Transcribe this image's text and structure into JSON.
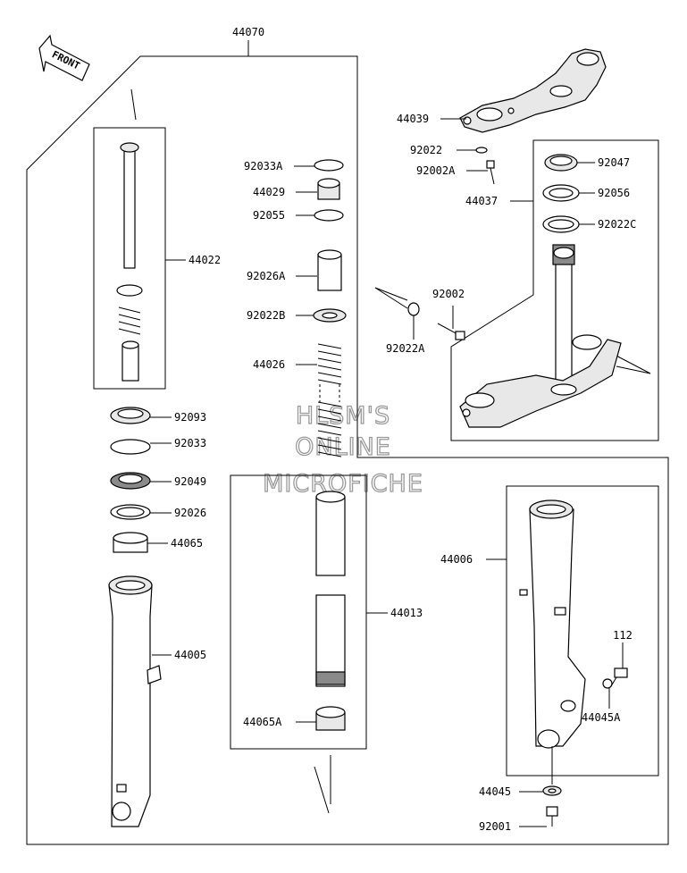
{
  "diagram": {
    "front_label": "FRONT",
    "watermark": [
      "HLSM'S",
      "ONLINE",
      "MICROFICHE"
    ],
    "assembly_label": "44070",
    "callouts": [
      {
        "id": "44039",
        "label": "44039"
      },
      {
        "id": "92022",
        "label": "92022"
      },
      {
        "id": "92002A",
        "label": "92002A"
      },
      {
        "id": "92047",
        "label": "92047"
      },
      {
        "id": "92056",
        "label": "92056"
      },
      {
        "id": "44037",
        "label": "44037"
      },
      {
        "id": "92022C",
        "label": "92022C"
      },
      {
        "id": "92002",
        "label": "92002"
      },
      {
        "id": "92022A",
        "label": "92022A"
      },
      {
        "id": "92033A",
        "label": "92033A"
      },
      {
        "id": "44029",
        "label": "44029"
      },
      {
        "id": "92055",
        "label": "92055"
      },
      {
        "id": "92026A",
        "label": "92026A"
      },
      {
        "id": "92022B",
        "label": "92022B"
      },
      {
        "id": "44026",
        "label": "44026"
      },
      {
        "id": "44022",
        "label": "44022"
      },
      {
        "id": "92093",
        "label": "92093"
      },
      {
        "id": "92033",
        "label": "92033"
      },
      {
        "id": "92049",
        "label": "92049"
      },
      {
        "id": "92026",
        "label": "92026"
      },
      {
        "id": "44065",
        "label": "44065"
      },
      {
        "id": "44005",
        "label": "44005"
      },
      {
        "id": "44013",
        "label": "44013"
      },
      {
        "id": "44065A",
        "label": "44065A"
      },
      {
        "id": "44006",
        "label": "44006"
      },
      {
        "id": "112",
        "label": "112"
      },
      {
        "id": "44045A",
        "label": "44045A"
      },
      {
        "id": "44045",
        "label": "44045"
      },
      {
        "id": "92001",
        "label": "92001"
      }
    ]
  }
}
